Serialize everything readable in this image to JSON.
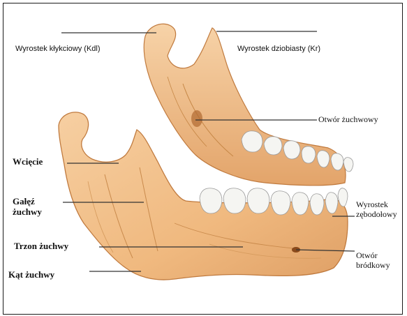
{
  "labels": {
    "condylar_process": "Wyrostek kłykciowy (Kdl)",
    "coronoid_process": "Wyrostek dziobiasty (Kr)",
    "mandibular_foramen": "Otwór żuchwowy",
    "notch": "Wcięcie",
    "ramus_line1": "Gałęź",
    "ramus_line2": "żuchwy",
    "body": "Trzon żuchwy",
    "alveolar_line1": "Wyrostek",
    "alveolar_line2": "zębodołowy",
    "mental_foramen_line1": "Otwór",
    "mental_foramen_line2": "bródkowy",
    "angle": "Kąt żuchwy"
  },
  "colors": {
    "bone": "#f2c08e",
    "bone_dark": "#d9955a",
    "bone_shadow": "#c07a3e",
    "teeth": "#f5f5f2",
    "leader": "#333333"
  }
}
